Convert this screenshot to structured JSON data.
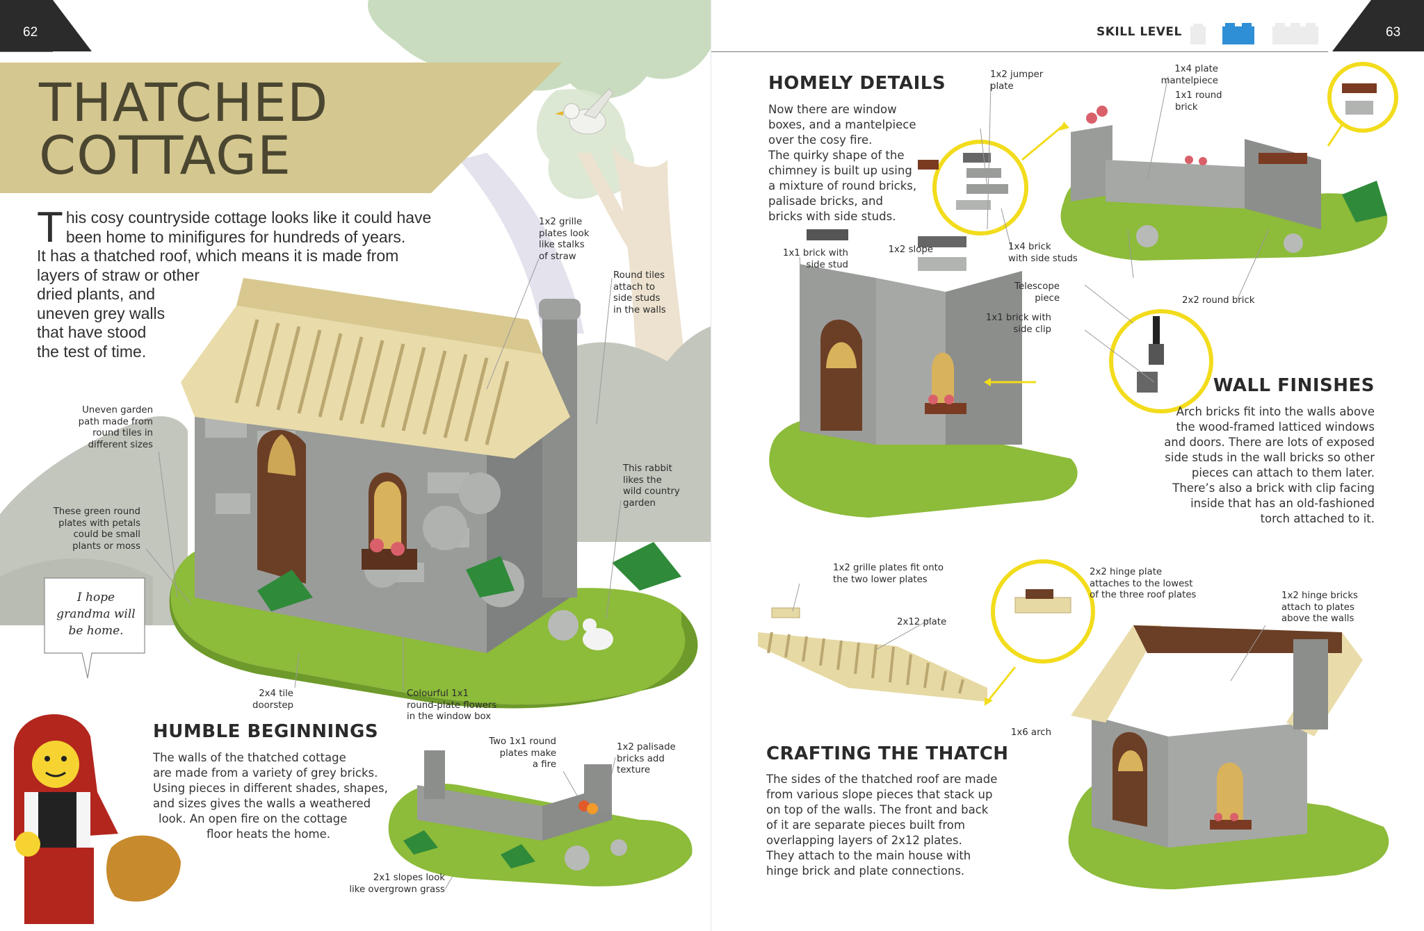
{
  "page": {
    "left_number": "62",
    "right_number": "63",
    "skill_level_label": "SKILL LEVEL",
    "skill_level": 2,
    "skill_level_max": 3,
    "colors": {
      "title_band": "#d4c790",
      "title_text": "#4b4630",
      "skill_active": "#2f8fd6",
      "skill_inactive": "#ececec",
      "callout_circle": "#f2dc1c",
      "corner": "#2b2b2b"
    }
  },
  "left": {
    "title_line1": "THATCHED",
    "title_line2": "COTTAGE",
    "intro_dropcap": "T",
    "intro_line1": "his cosy countryside cottage looks like it could have",
    "intro_line2": "been home to minifigures for hundreds of years.",
    "intro_line3": "It has a thatched roof, which means it is made from",
    "intro_line4": "layers of straw or other",
    "intro_line5": "dried plants, and",
    "intro_line6": "uneven grey walls",
    "intro_line7": "that have stood",
    "intro_line8": "the test of time.",
    "speech": [
      "I hope",
      "grandma will",
      "be home."
    ],
    "annotations": {
      "grille": [
        "1x2 grille",
        "plates look",
        "like stalks",
        "of straw"
      ],
      "round_tiles": [
        "Round tiles",
        "attach to",
        "side studs",
        "in the walls"
      ],
      "garden_path": [
        "Uneven garden",
        "path made from",
        "round tiles in",
        "different sizes"
      ],
      "rabbit": [
        "This rabbit",
        "likes the",
        "wild country",
        "garden"
      ],
      "petals": [
        "These green round",
        "plates with petals",
        "could be small",
        "plants or moss"
      ],
      "tile": [
        "2x4 tile",
        "doorstep"
      ],
      "flowers": [
        "Colourful 1x1",
        "round-plate flowers",
        "in the window box"
      ],
      "fire": [
        "Two 1x1 round",
        "plates make",
        "a fire"
      ],
      "palisade": [
        "1x2 palisade",
        "bricks add",
        "texture"
      ],
      "slopes": [
        "2x1 slopes look",
        "like overgrown grass"
      ]
    },
    "humble": {
      "heading": "HUMBLE BEGINNINGS",
      "lines": [
        "The walls of the thatched cottage",
        "are made from a variety of grey bricks.",
        "Using pieces in different shades, shapes,",
        "and sizes gives the walls a weathered",
        "look. An open fire on the cottage",
        "floor heats the home."
      ]
    }
  },
  "right": {
    "homely": {
      "heading": "HOMELY DETAILS",
      "lines": [
        "Now there are window",
        "boxes, and a mantelpiece",
        "over the cosy fire.",
        "The quirky shape of the",
        "chimney is built up using",
        "a mixture of round bricks,",
        "palisade bricks, and",
        "bricks with side studs."
      ]
    },
    "wall": {
      "heading": "WALL FINISHES",
      "lines": [
        "Arch bricks fit into the walls above",
        "the wood-framed latticed windows",
        "and doors. There are lots of exposed",
        "side studs in the wall bricks so other",
        "pieces can attach to them later.",
        "There’s also a brick with clip facing",
        "inside that has an old-fashioned",
        "torch attached to it."
      ]
    },
    "thatch": {
      "heading": "CRAFTING THE THATCH",
      "lines": [
        "The sides of the thatched roof are made",
        "from various slope pieces that stack up",
        "on top of the walls. The front and back",
        "of it are separate pieces built from",
        "overlapping layers of 2x12 plates.",
        "They attach to the main house with",
        "hinge brick and plate connections."
      ]
    },
    "annotations": {
      "jumper": [
        "1x2 jumper",
        "plate"
      ],
      "mantel": [
        "1x4 plate",
        "mantelpiece"
      ],
      "round_brick": [
        "1x1 round",
        "brick"
      ],
      "slope": [
        "1x2 slope"
      ],
      "side_studs": [
        "1x4 brick",
        "with side studs"
      ],
      "round2x2": [
        "2x2 round brick"
      ],
      "brick_side_stud": [
        "1x1 brick with",
        "side stud"
      ],
      "telescope": [
        "Telescope",
        "piece"
      ],
      "side_clip": [
        "1x1 brick with",
        "side clip"
      ],
      "grille_fit": [
        "1x2 grille plates fit onto",
        "the two lower plates"
      ],
      "hinge_plate": [
        "2x2 hinge plate",
        "attaches to the lowest",
        "of the three roof plates"
      ],
      "hinge_bricks": [
        "1x2 hinge bricks",
        "attach to plates",
        "above the walls"
      ],
      "plate2x12": [
        "2x12 plate"
      ],
      "arch": [
        "1x6 arch"
      ]
    }
  }
}
